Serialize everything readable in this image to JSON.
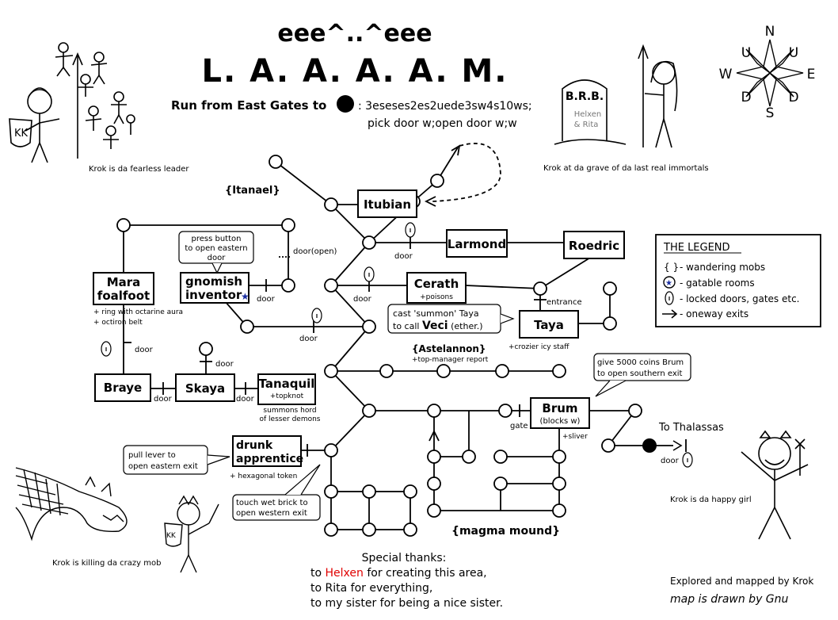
{
  "title": {
    "face": "ееe^..^eee",
    "main": "L. A. A. A. A. M."
  },
  "run": {
    "prefix": "Run from East Gates to",
    "path": ": 3eseses2es2uede3sw4s10ws;",
    "line2": "pick door w;open door w;w"
  },
  "captions": {
    "leader": "Krok is da fearless leader",
    "grave": "Krok at da grave of da last real immortals",
    "killing": "Krok is killing da crazy mob",
    "happy": "Krok is da happy girl"
  },
  "grave": {
    "line1": "B.R.B.",
    "line2": "Helxen",
    "line3": "& Rita"
  },
  "shield_letters": "KK",
  "compass": {
    "n": "N",
    "s": "S",
    "e": "E",
    "w": "W",
    "u1": "U",
    "u2": "U",
    "d1": "D",
    "d2": "D"
  },
  "legend": {
    "title": "THE LEGEND",
    "items": [
      {
        "symbol": "{ }",
        "text": "- wandering mobs"
      },
      {
        "symbol": "star",
        "text": "- gatable rooms"
      },
      {
        "symbol": "lock",
        "text": "- locked doors, gates etc."
      },
      {
        "symbol": "arrow",
        "text": "- oneway exits"
      }
    ]
  },
  "rooms": {
    "itubian": "Itubian",
    "larmond": "Larmond",
    "roedric": "Roedric",
    "cerath": "Cerath",
    "cerath_note": "+poisons",
    "taya": "Taya",
    "taya_note": "+crozier icy staff",
    "mara1": "Mara",
    "mara2": "foalfoot",
    "mara_note1": "+ ring with octarine aura",
    "mara_note2": "+ octiron belt",
    "gnomish1": "gnomish",
    "gnomish2": "inventor",
    "braye": "Braye",
    "skaya": "Skaya",
    "tanaquil": "Tanaquil",
    "tanaquil_note": "+topknot",
    "tanaquil_sub1": "summons hord",
    "tanaquil_sub2": "of lesser demons",
    "drunk1": "drunk",
    "drunk2": "apprentice",
    "drunk_note": "+ hexagonal token",
    "brum": "Brum",
    "brum_sub": "(blocks w)",
    "brum_note": "+sliver"
  },
  "mobs": {
    "itanael": "{Itanael}",
    "astelannon": "{Astelannon}",
    "astelannon_note": "+top-manager report",
    "magma": "{magma mound}"
  },
  "labels": {
    "door": "door",
    "door_open": "door(open)",
    "entrance": "entrance",
    "gate": "gate",
    "to_thalassas": "To Thalassas"
  },
  "callouts": {
    "button1": "press button",
    "button2": "to open eastern",
    "button3": "door",
    "taya1": "cast 'summon' Taya",
    "taya2a": "to call ",
    "taya2b": "Veci",
    "taya2c": " (ether.)",
    "brum1": "give 5000 coins Brum",
    "brum2": "to open southern exit",
    "lever1": "pull lever to",
    "lever2": "open eastern exit",
    "brick1": "touch wet brick to",
    "brick2": "open western exit"
  },
  "thanks": {
    "title": "Special thanks:",
    "l1a": "to ",
    "l1b": "Helxen",
    "l1c": " for creating this area,",
    "l2": "to Rita for everything,",
    "l3": "to my sister for being a nice sister."
  },
  "credits": {
    "explored": "Explored and mapped by Krok",
    "drawn": "map is drawn by Gnu"
  },
  "colors": {
    "ink": "#000000",
    "accent": "#e00000",
    "star": "#1a2ea0",
    "gray": "#777777"
  }
}
